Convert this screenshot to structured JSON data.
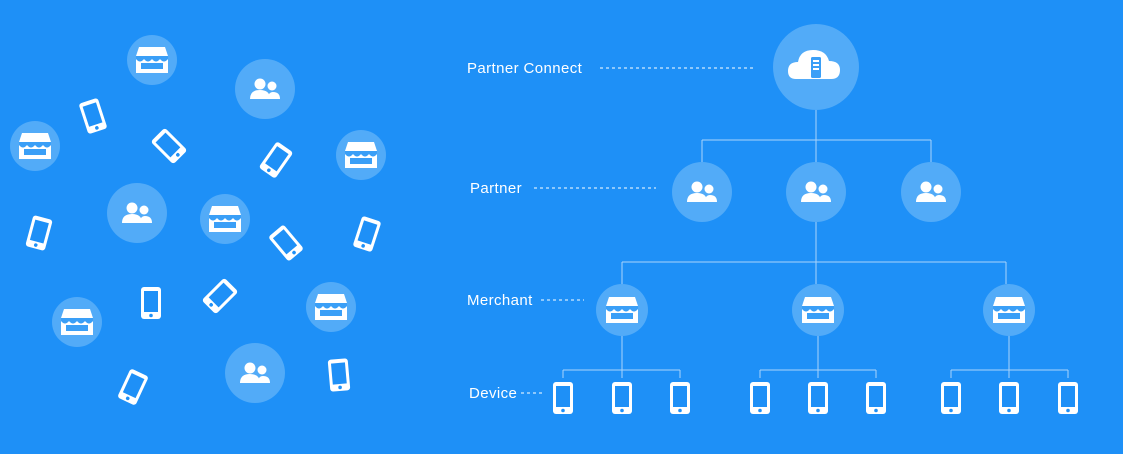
{
  "levels": {
    "partner_connect": "Partner  Connect",
    "partner": "Partner",
    "merchant": "Merchant",
    "device": "Device"
  },
  "colors": {
    "background": "#1e90f7",
    "node_circle": "#52abf8",
    "icon": "#ffffff",
    "icon_accent": "#3a9ff7",
    "line": "#a9d4fb"
  },
  "icons": {
    "partner_connect": "cloud-server-icon",
    "partner": "users-icon",
    "merchant": "store-icon",
    "device": "phone-icon"
  }
}
